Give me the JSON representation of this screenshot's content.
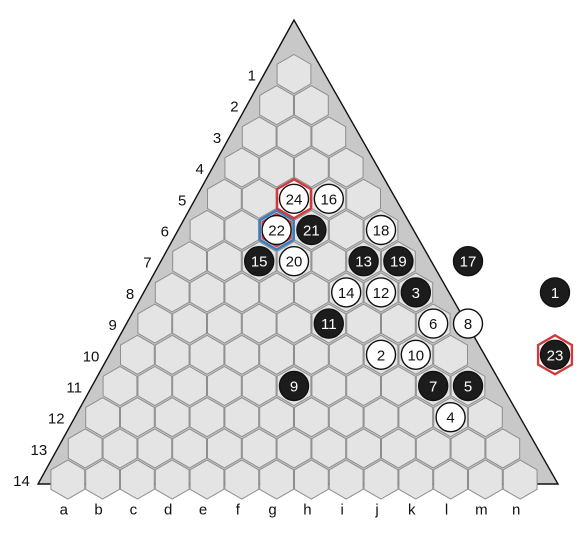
{
  "board": {
    "rows": 14,
    "row_labels": [
      "1",
      "2",
      "3",
      "4",
      "5",
      "6",
      "7",
      "8",
      "9",
      "10",
      "11",
      "12",
      "13",
      "14"
    ],
    "col_labels": [
      "a",
      "b",
      "c",
      "d",
      "e",
      "f",
      "g",
      "h",
      "i",
      "j",
      "k",
      "l",
      "m",
      "n"
    ],
    "colors": {
      "triangle": "#c8c8c8",
      "cell": "#e4e4e4",
      "cell_stroke": "#8e8e8e",
      "black": "#1c1c1c",
      "white": "#ffffff",
      "last_move_marker": "#d0393e",
      "swap_marker": "#3a7fc1"
    }
  },
  "moves": [
    {
      "n": 1,
      "color": "black",
      "col": "l",
      "row": 8
    },
    {
      "n": 2,
      "color": "white",
      "col": "h",
      "row": 10
    },
    {
      "n": 3,
      "color": "black",
      "col": "h",
      "row": 8
    },
    {
      "n": 4,
      "color": "white",
      "col": "k",
      "row": 12
    },
    {
      "n": 5,
      "color": "black",
      "col": "k",
      "row": 11
    },
    {
      "n": 6,
      "color": "white",
      "col": "i",
      "row": 9
    },
    {
      "n": 7,
      "color": "black",
      "col": "j",
      "row": 11
    },
    {
      "n": 8,
      "color": "white",
      "col": "j",
      "row": 9
    },
    {
      "n": 9,
      "color": "black",
      "col": "f",
      "row": 11
    },
    {
      "n": 10,
      "color": "white",
      "col": "i",
      "row": 10
    },
    {
      "n": 11,
      "color": "black",
      "col": "f",
      "row": 9
    },
    {
      "n": 12,
      "color": "white",
      "col": "g",
      "row": 8
    },
    {
      "n": 13,
      "color": "black",
      "col": "f",
      "row": 7
    },
    {
      "n": 14,
      "color": "white",
      "col": "f",
      "row": 8
    },
    {
      "n": 15,
      "color": "black",
      "col": "c",
      "row": 7
    },
    {
      "n": 16,
      "color": "white",
      "col": "d",
      "row": 5
    },
    {
      "n": 17,
      "color": "black",
      "col": "i",
      "row": 7
    },
    {
      "n": 18,
      "color": "white",
      "col": "f",
      "row": 6
    },
    {
      "n": 19,
      "color": "black",
      "col": "g",
      "row": 7
    },
    {
      "n": 20,
      "color": "white",
      "col": "d",
      "row": 7
    },
    {
      "n": 21,
      "color": "black",
      "col": "d",
      "row": 6
    },
    {
      "n": 22,
      "color": "white",
      "col": "c",
      "row": 6,
      "marker": "swap"
    },
    {
      "n": 23,
      "color": "black",
      "col": "m",
      "row": 10,
      "marker": "last"
    },
    {
      "n": 24,
      "color": "white",
      "col": "c",
      "row": 5,
      "marker": "last"
    }
  ]
}
